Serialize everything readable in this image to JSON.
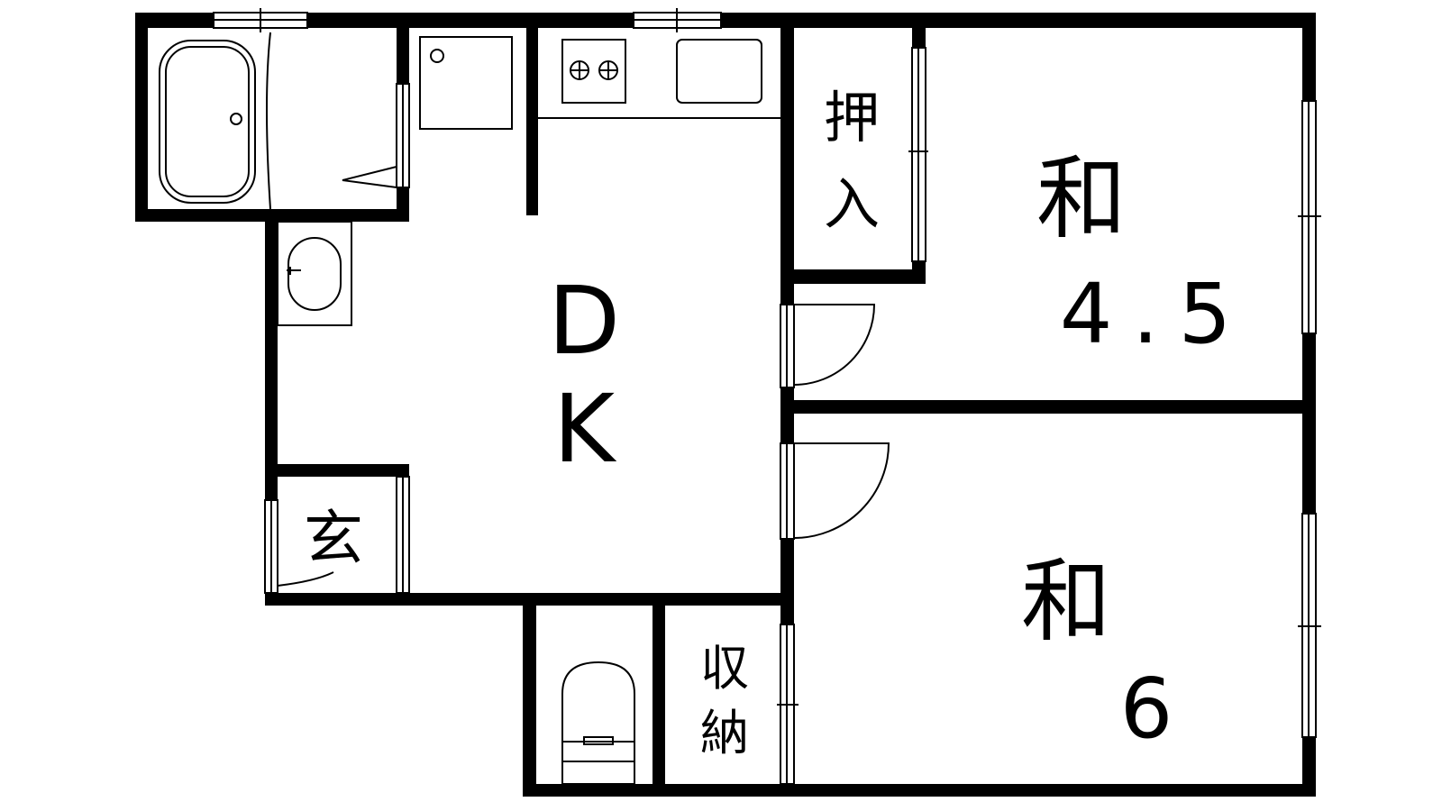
{
  "rooms": {
    "dk_d": "D",
    "dk_k": "K",
    "oshiire_1": "押",
    "oshiire_2": "入",
    "washitsu_small": "和",
    "washitsu_small_size": "4.5",
    "washitsu_large": "和",
    "washitsu_large_size": "6",
    "genkan": "玄",
    "shuno_1": "収",
    "shuno_2": "納"
  },
  "colors": {
    "wall": "#000000",
    "background": "#ffffff"
  }
}
